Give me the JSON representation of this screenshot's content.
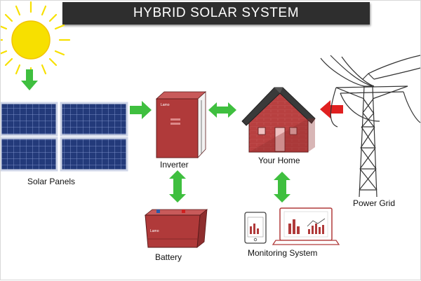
{
  "title": "HYBRID SOLAR SYSTEM",
  "labels": {
    "solar_panels": "Solar Panels",
    "inverter": "Inverter",
    "home": "Your Home",
    "power_grid": "Power Grid",
    "battery": "Battery",
    "monitoring": "Monitoring System"
  },
  "brand": "Lamo",
  "colors": {
    "title_bar": "#2e2e2e",
    "flow_arrow": "#3fbf3f",
    "grid_arrow": "#e02020",
    "inverter_red": "#b03a3a",
    "house_red": "#b84040",
    "roof": "#3a3a3a",
    "panel_cell": "#233a7a",
    "sun": "#f7e000"
  }
}
